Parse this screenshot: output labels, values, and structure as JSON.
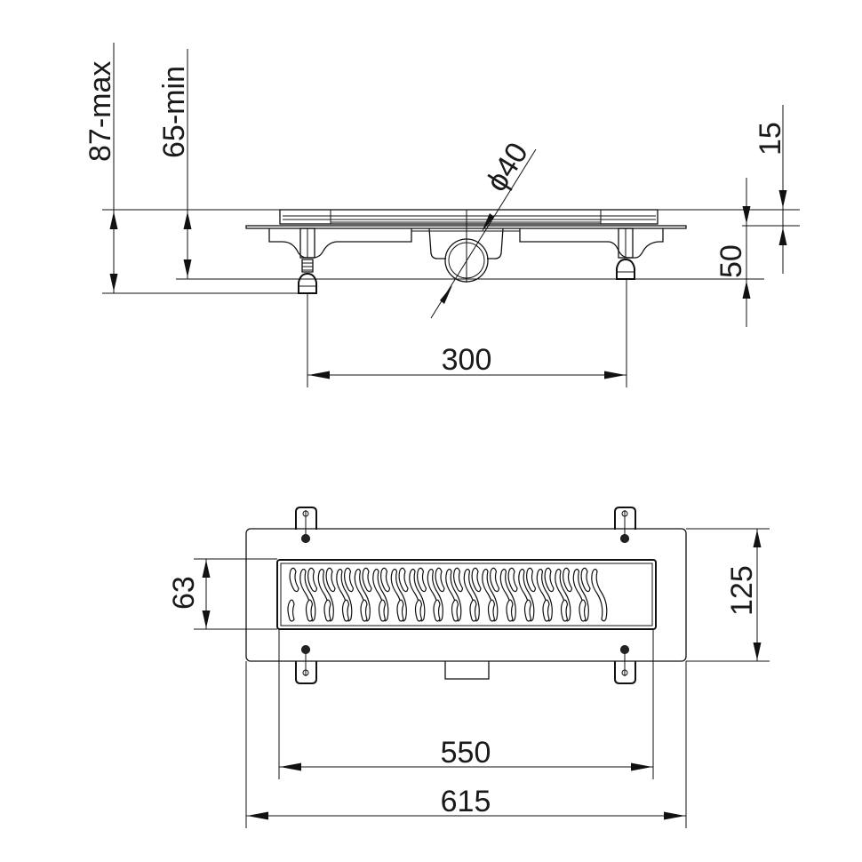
{
  "drawing": {
    "title": "Linear shower drain technical drawing",
    "colors": {
      "line": "#111111",
      "background": "#ffffff",
      "text": "#1a1a1a"
    },
    "side_view": {
      "dimensions": {
        "height_max": "87-max",
        "height_min": "65-min",
        "diameter": "ϕ40",
        "grate_height": "15",
        "body_height": "50",
        "feet_spacing": "300"
      }
    },
    "top_view": {
      "dimensions": {
        "grate_width": "63",
        "frame_width": "125",
        "grate_length": "550",
        "frame_length": "615"
      },
      "grate_pattern": "wave-slots",
      "slot_columns": 17
    }
  }
}
